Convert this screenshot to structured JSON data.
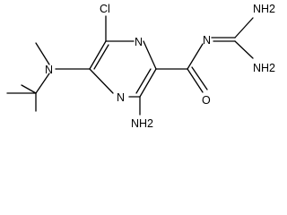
{
  "molecule": {
    "labels": {
      "cl": "Cl",
      "n_ring_top": "N",
      "n_ring_bottom": "N",
      "n_amine": "N",
      "nh2_ring": "NH2",
      "o_carbonyl": "O",
      "n_imine": "N",
      "nh2_top": "NH2",
      "nh2_bottom": "NH2"
    }
  }
}
